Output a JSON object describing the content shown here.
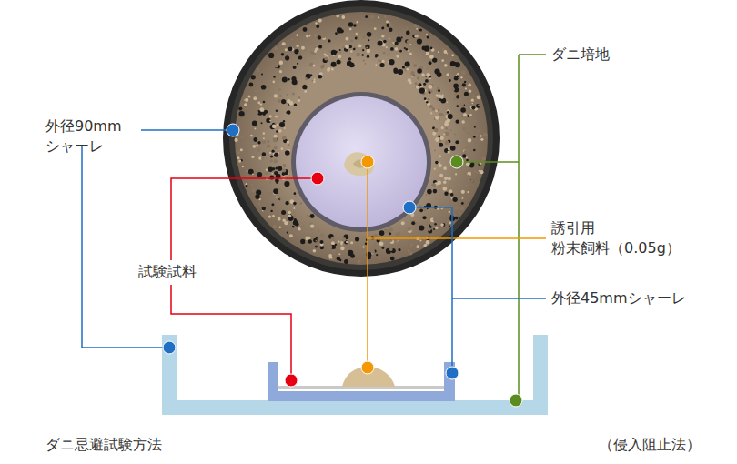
{
  "diagram": {
    "caption": "ダニ忌避試験方法",
    "labels": [
      "外径90mm シャーレ",
      "ダニ培地",
      "試験試料",
      "誘引用 粉末飼料（0.05g）",
      "外径45mmシャーレ",
      "（侵入阻止法）"
    ]
  }
}
